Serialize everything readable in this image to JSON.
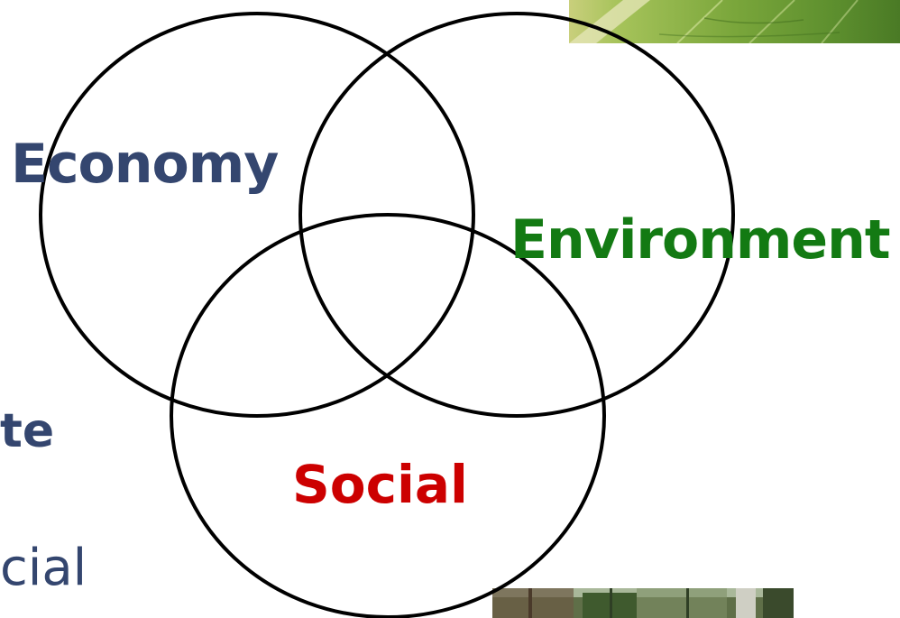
{
  "diagram": {
    "circles": [
      {
        "name": "Economy",
        "label": "Economy",
        "label_color": "#34466f"
      },
      {
        "name": "Environment",
        "label": "Environment",
        "label_color": "#137a13"
      },
      {
        "name": "Social",
        "label": "Social",
        "label_color": "#cc0000"
      }
    ],
    "stroke_color": "#000000"
  },
  "background_text": {
    "fragment_1": "te",
    "fragment_2": "cial"
  },
  "images": [
    {
      "name": "leaf-photo",
      "subject": "green leaf"
    },
    {
      "name": "forest-photo",
      "subject": "forest clearing"
    }
  ]
}
